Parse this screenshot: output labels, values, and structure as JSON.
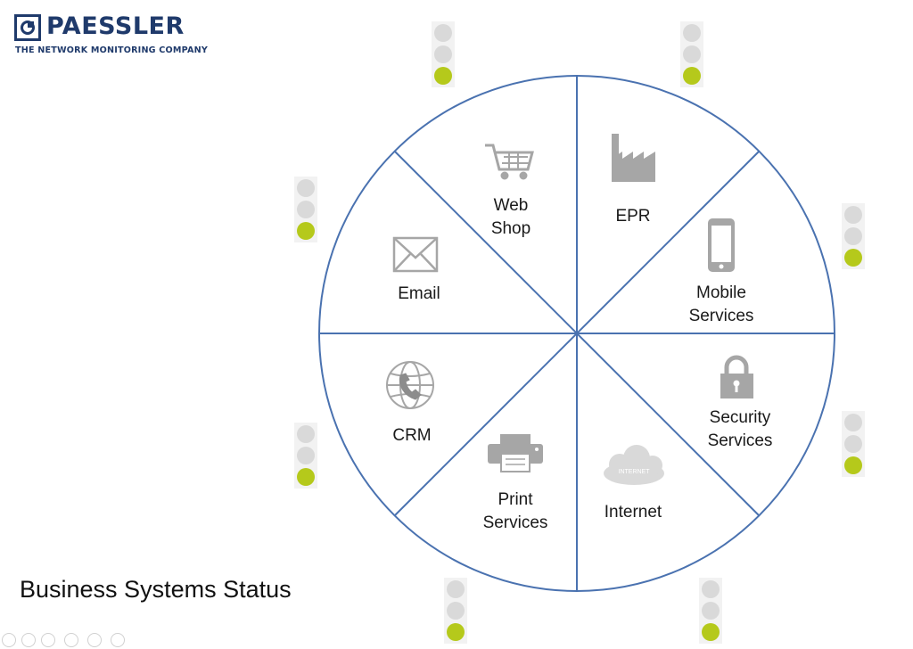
{
  "brand": {
    "name": "PAESSLER",
    "tagline": "THE NETWORK MONITORING COMPANY",
    "color": "#1f3a6b"
  },
  "colors": {
    "circle_stroke": "#4a72b0",
    "icon_gray": "#a6a6a6",
    "lamp_on": "#b5c91b",
    "lamp_off": "#d9d9d9",
    "light_housing": "#f2f2f2"
  },
  "segments": [
    {
      "id": "web-shop",
      "lines": [
        "Web",
        "Shop"
      ],
      "icon": "shopping-cart-icon"
    },
    {
      "id": "epr",
      "lines": [
        "EPR"
      ],
      "icon": "factory-icon"
    },
    {
      "id": "mobile-services",
      "lines": [
        "Mobile",
        "Services"
      ],
      "icon": "mobile-phone-icon"
    },
    {
      "id": "security-services",
      "lines": [
        "Security",
        "Services"
      ],
      "icon": "padlock-icon"
    },
    {
      "id": "internet",
      "lines": [
        "Internet"
      ],
      "icon": "cloud-icon",
      "icon_text": "INTERNET"
    },
    {
      "id": "print-services",
      "lines": [
        "Print",
        "Services"
      ],
      "icon": "printer-icon"
    },
    {
      "id": "crm",
      "lines": [
        "CRM"
      ],
      "icon": "globe-phone-icon"
    },
    {
      "id": "email",
      "lines": [
        "Email"
      ],
      "icon": "envelope-icon"
    }
  ],
  "traffic_lights": [
    {
      "segment": "web-shop",
      "active": "green"
    },
    {
      "segment": "epr",
      "active": "green"
    },
    {
      "segment": "mobile-services",
      "active": "green"
    },
    {
      "segment": "security-services",
      "active": "green"
    },
    {
      "segment": "internet",
      "active": "green"
    },
    {
      "segment": "print-services",
      "active": "green"
    },
    {
      "segment": "crm",
      "active": "green"
    },
    {
      "segment": "email",
      "active": "green"
    }
  ],
  "footer": {
    "title": "Business Systems Status"
  },
  "nav_icons": [
    "previous-icon",
    "next-icon",
    "pen-icon",
    "slides-icon",
    "zoom-icon",
    "more-icon"
  ]
}
